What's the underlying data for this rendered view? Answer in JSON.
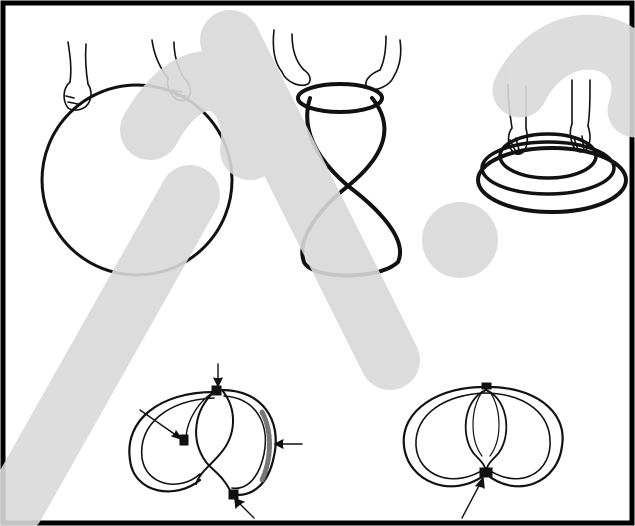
{
  "figure": {
    "panels": [
      {
        "id": "panel-1",
        "description_icon": "hands-holding-open-hoop-icon"
      },
      {
        "id": "panel-2",
        "description_icon": "hands-twisting-hoop-figure-eight-icon"
      },
      {
        "id": "panel-3",
        "description_icon": "hands-folding-hoop-coils-icon"
      },
      {
        "id": "panel-4",
        "description_icon": "folded-band-with-tape-markers-icon"
      },
      {
        "id": "panel-5",
        "description_icon": "folded-band-single-marker-icon"
      }
    ],
    "watermark": {
      "color": "#d9d9d9"
    },
    "colors": {
      "ink": "#111111",
      "border": "#000000",
      "background": "#ffffff"
    }
  }
}
